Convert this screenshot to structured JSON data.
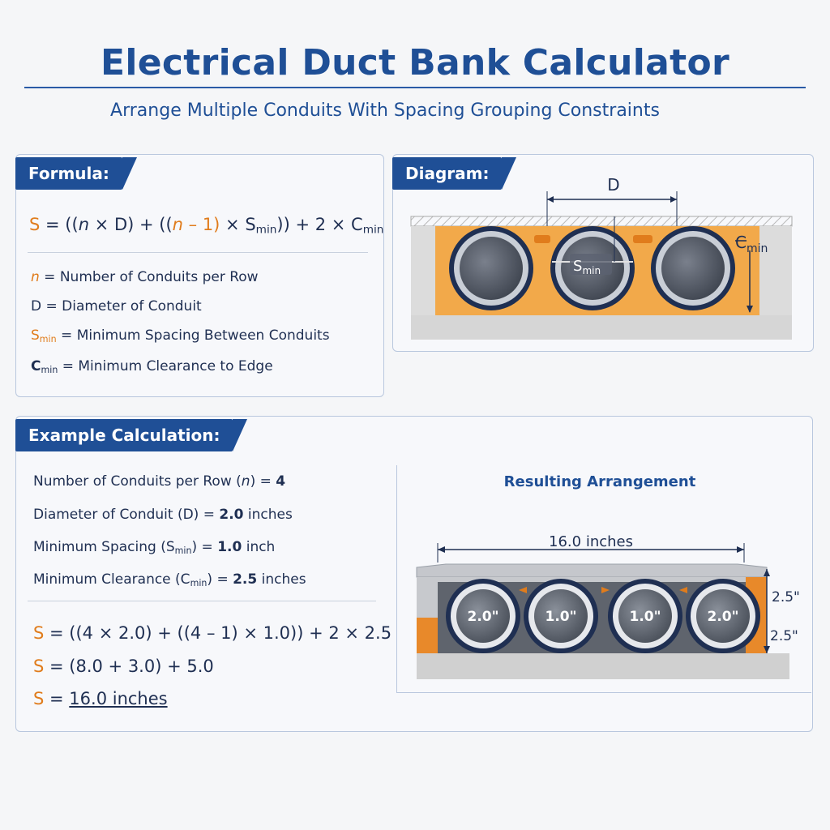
{
  "header": {
    "title": "Electrical Duct Bank Calculator",
    "subtitle": "Arrange Multiple Conduits With Spacing Grouping Constraints"
  },
  "formula_panel": {
    "tab": "Formula:",
    "formula": {
      "lhs": "S",
      "eq": " = ((",
      "n1": "n",
      "p1": " × D) + ((",
      "n2": "n",
      "p2": " – 1)",
      "p3": " × S",
      "smin_sub": "min",
      "p4": ")) + 2 × C",
      "cmin_sub": "min"
    },
    "definitions": [
      {
        "symbol": "n",
        "sub": "",
        "text": " = Number of Conduits per Row"
      },
      {
        "symbol": "D",
        "sub": "",
        "text": " = Diameter of Conduit"
      },
      {
        "symbol": "S",
        "sub": "min",
        "text": " = Minimum Spacing Between Conduits"
      },
      {
        "symbol": "C",
        "sub": "min",
        "text": " = Minimum Clearance to Edge"
      }
    ]
  },
  "diagram_panel": {
    "tab": "Diagram:",
    "label_d": "D",
    "label_s": "S",
    "label_s_sub": "min",
    "label_c": "C",
    "label_c_sub": "min",
    "colors": {
      "concrete": "#d9d9d9",
      "fill": "#f2a94a",
      "pipe_rim": "#1f2f52",
      "pipe": "#5b6270"
    }
  },
  "example_panel": {
    "tab": "Example Calculation:",
    "inputs": [
      {
        "label": "Number of Conduits per Row (",
        "sym": "n",
        "sub": "",
        "close": ") = ",
        "value": "4",
        "unit": ""
      },
      {
        "label": "Diameter of Conduit (D) = ",
        "sym": "",
        "sub": "",
        "close": "",
        "value": "2.0",
        "unit": " inches"
      },
      {
        "label": "Minimum Spacing (S",
        "sym": "",
        "sub": "min",
        "close": ") = ",
        "value": "1.0",
        "unit": " inch"
      },
      {
        "label": "Minimum Clearance (C",
        "sym": "",
        "sub": "min",
        "close": ") = ",
        "value": "2.5",
        "unit": " inches"
      }
    ],
    "steps": [
      {
        "lhs": "S",
        "rhs": " = ((4 × 2.0) + ((4 – 1) × 1.0)) + 2 × 2.5"
      },
      {
        "lhs": "S",
        "rhs": " = (8.0 + 3.0) + 5.0"
      },
      {
        "lhs": "S",
        "rhs": " = ",
        "result": "16.0 inches"
      }
    ],
    "result_panel": {
      "title": "Resulting Arrangement",
      "width_label": "16.0 inches",
      "conduit_labels": [
        "2.0\"",
        "1.0\"",
        "1.0\"",
        "2.0\""
      ],
      "right_top": "2.5\"",
      "right_bottom": "2.5\""
    }
  }
}
